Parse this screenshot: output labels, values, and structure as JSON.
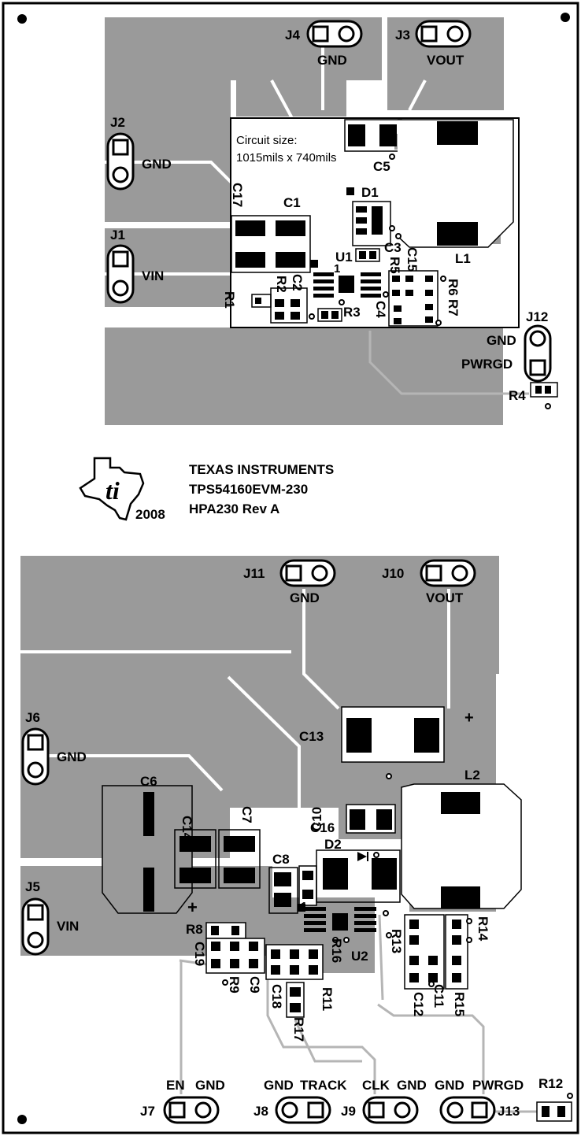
{
  "board": {
    "size_note": "Circuit size:",
    "size_value": "1015mils x 740mils",
    "silk": {
      "company": "TEXAS INSTRUMENTS",
      "product": "TPS54160EVM-230",
      "revision": "HPA230 Rev A",
      "year": "2008"
    }
  },
  "connectors": {
    "J1": "J1",
    "J2": "J2",
    "J3": "J3",
    "J4": "J4",
    "J5": "J5",
    "J6": "J6",
    "J7": "J7",
    "J8": "J8",
    "J9": "J9",
    "J10": "J10",
    "J11": "J11",
    "J12": "J12",
    "J13": "J13"
  },
  "nets": {
    "gnd": "GND",
    "vin": "VIN",
    "vout": "VOUT",
    "pwrgd": "PWRGD",
    "en": "EN",
    "track": "TRACK",
    "clk": "CLK"
  },
  "components": {
    "C1": "C1",
    "C2": "C2",
    "C3": "C3",
    "C4": "C4",
    "C5": "C5",
    "C6": "C6",
    "C7": "C7",
    "C8": "C8",
    "C9": "C9",
    "C10": "C10",
    "C11": "C11",
    "C12": "C12",
    "C13": "C13",
    "C14": "C14",
    "C15": "C15",
    "C16": "C16",
    "C17": "C17",
    "C18": "C18",
    "C19": "C19",
    "D1": "D1",
    "D2": "D2",
    "L1": "L1",
    "L2": "L2",
    "R1": "R1",
    "R2": "R2",
    "R3": "R3",
    "R4": "R4",
    "R5": "R5",
    "R6": "R6",
    "R7": "R7",
    "R8": "R8",
    "R9": "R9",
    "R11": "R11",
    "R12": "R12",
    "R13": "R13",
    "R14": "R14",
    "R15": "R15",
    "R16": "R16",
    "R17": "R17",
    "U1": "U1",
    "U2": "U2",
    "pin1": "1",
    "plus": "+"
  },
  "colors": {
    "copper": "#9a9a9a",
    "trace": "#b5b5b5",
    "silk": "#000000",
    "background": "#ffffff"
  },
  "icons": [
    "ti-texas-logo-icon",
    "mounting-hole-icon"
  ]
}
